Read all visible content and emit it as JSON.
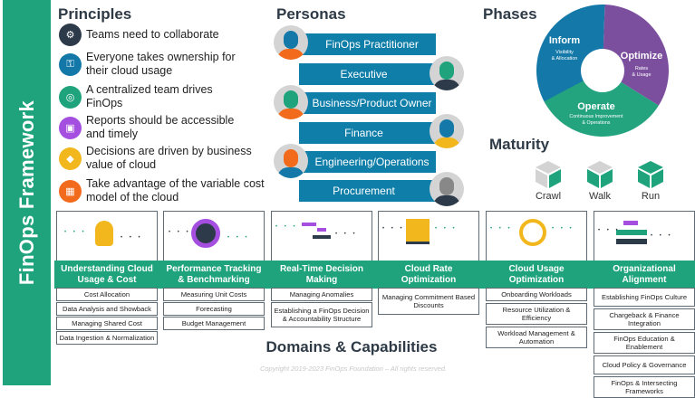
{
  "sidebar": {
    "title": "FinOps Framework"
  },
  "principles": {
    "title": "Principles",
    "items": [
      {
        "text": "Teams need to collaborate",
        "icon": "gears-icon",
        "color": "#2d3a4a"
      },
      {
        "text": "Everyone takes ownership for their cloud usage",
        "icon": "key-icon",
        "color": "#1378a8"
      },
      {
        "text": "A centralized team drives FinOps",
        "icon": "building-icon",
        "color": "#1fa37c"
      },
      {
        "text": "Reports should be accessible and timely",
        "icon": "report-icon",
        "color": "#a54fe0"
      },
      {
        "text": "Decisions are driven by business value of cloud",
        "icon": "diamond-icon",
        "color": "#f2b71c"
      },
      {
        "text": "Take advantage of the variable cost model of the cloud",
        "icon": "grid-icon",
        "color": "#f26a1b"
      }
    ]
  },
  "personas": {
    "title": "Personas",
    "items": [
      "FinOps Practitioner",
      "Executive",
      "Business/Product Owner",
      "Finance",
      "Engineering/Operations",
      "Procurement"
    ]
  },
  "phases": {
    "title": "Phases",
    "items": [
      {
        "name": "Inform",
        "desc1": "Visibility",
        "desc2": "& Allocation",
        "color": "#1479a8"
      },
      {
        "name": "Optimize",
        "desc1": "Rates",
        "desc2": "& Usage",
        "color": "#7b4f9e"
      },
      {
        "name": "Operate",
        "desc1": "Continuous Improvement",
        "desc2": "& Operations",
        "color": "#23a37e"
      }
    ]
  },
  "maturity": {
    "title": "Maturity",
    "levels": [
      "Crawl",
      "Walk",
      "Run"
    ]
  },
  "domains": {
    "title": "Domains & Capabilities",
    "items": [
      {
        "title": "Understanding Cloud Usage & Cost",
        "capabilities": [
          "Cost Allocation",
          "Data Analysis and Showback",
          "Managing Shared Cost",
          "Data Ingestion & Normalization"
        ]
      },
      {
        "title": "Performance Tracking & Benchmarking",
        "capabilities": [
          "Measuring Unit Costs",
          "Forecasting",
          "Budget Management"
        ]
      },
      {
        "title": "Real-Time Decision Making",
        "capabilities": [
          "Managing Anomalies",
          "Establishing a FinOps Decision & Accountability  Structure"
        ]
      },
      {
        "title": "Cloud Rate Optimization",
        "capabilities": [
          "Managing Commitment Based Discounts"
        ]
      },
      {
        "title": "Cloud Usage Optimization",
        "capabilities": [
          "Onboarding Workloads",
          "Resource Utilization & Efficiency",
          "Workload Management & Automation"
        ]
      },
      {
        "title": "Organizational Alignment",
        "capabilities": [
          "Establishing FinOps Culture",
          "Chargeback & Finance Integration",
          "FinOps Education & Enablement",
          "Cloud Policy & Governance",
          "FinOps & Intersecting Frameworks"
        ]
      }
    ]
  },
  "footer": {
    "copyright": "Copyright 2019-2023 FinOps Foundation – All rights reserved."
  },
  "colors": {
    "green": "#1fa37c",
    "blue": "#0f7ea8",
    "dark": "#2e3a46"
  }
}
